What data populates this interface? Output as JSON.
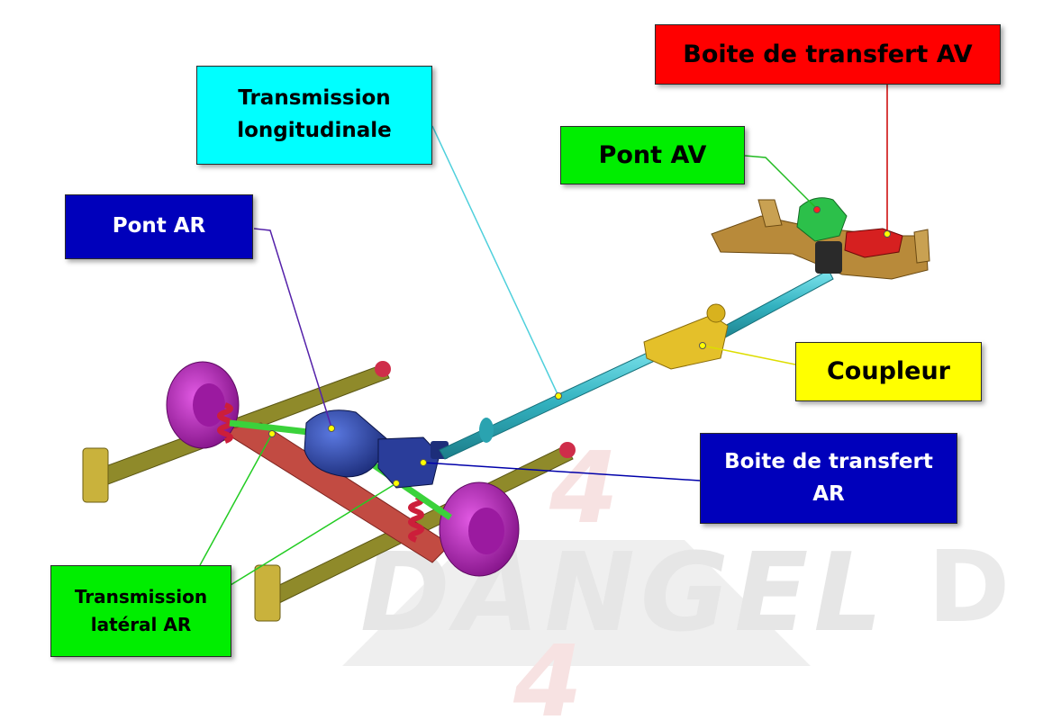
{
  "labels": {
    "boite_transfert_av": {
      "text": "Boite de transfert AV",
      "bg": "#ff0000",
      "fg": "#000000",
      "line": "#cc0000"
    },
    "transmission_longitudinale": {
      "text": "Transmission\nlongitudinale",
      "bg": "#00ffff",
      "fg": "#000000",
      "line": "#4fd0dc"
    },
    "pont_av": {
      "text": "Pont AV",
      "bg": "#00ee00",
      "fg": "#000000",
      "line": "#22bb22"
    },
    "pont_ar": {
      "text": "Pont AR",
      "bg": "#0000bb",
      "fg": "#ffffff",
      "line": "#5522aa"
    },
    "coupleur": {
      "text": "Coupleur",
      "bg": "#ffff00",
      "fg": "#000000",
      "line": "#dddd00"
    },
    "boite_transfert_ar": {
      "text": "Boite de transfert\nAR",
      "bg": "#0000bb",
      "fg": "#ffffff",
      "line": "#0000aa"
    },
    "transmission_lateral_ar": {
      "text": "Transmission\nlatéral AR",
      "bg": "#00ee00",
      "fg": "#000000",
      "line": "#22cc22"
    }
  },
  "watermark": {
    "text": "DANGEL",
    "number": "4"
  },
  "colors": {
    "pont_ar_part": "#1f3fa8",
    "boite_ar_part": "#2a3d9a",
    "shaft": "#39b7c4",
    "coupleur_part": "#e4c02a",
    "pont_av_part": "#2cc04a",
    "boite_av_part": "#d62020",
    "subframe": "#b88a3a",
    "wheel_hub": "#b21fb4",
    "axle_beam": "#c24b42",
    "spring": "#cc1e3a",
    "trailing_arm": "#8f8a2a"
  }
}
